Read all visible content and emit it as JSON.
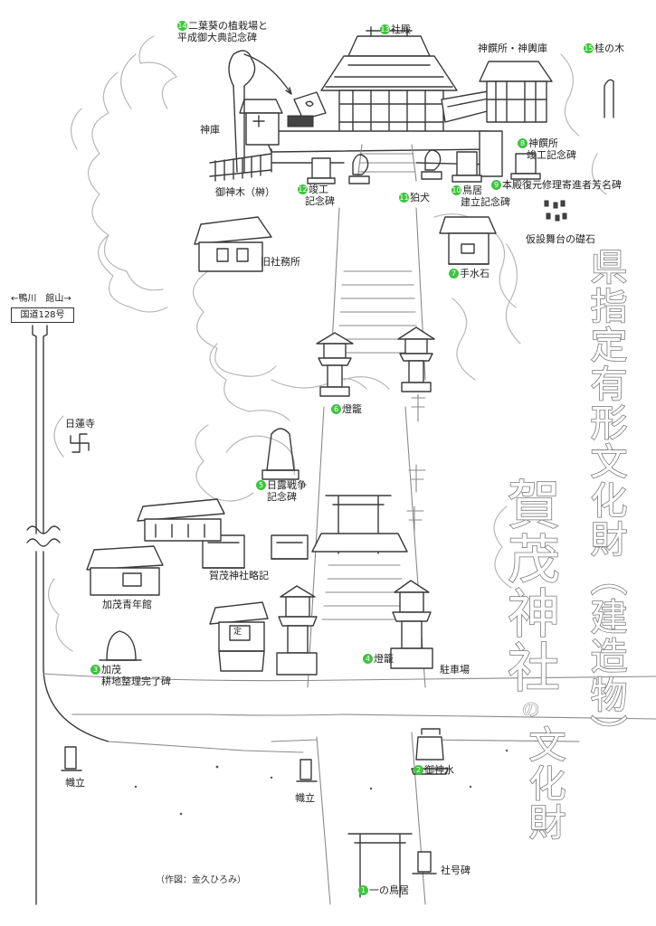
{
  "heading": {
    "line1": "県指定有形文化財（建造物）",
    "line2_main": "賀茂神社",
    "line2_particle": "の",
    "line3": "文化財"
  },
  "side_info": {
    "direction": "←鴨川　館山→",
    "route": "国道128号"
  },
  "credit": "（作図：金久ひろみ）",
  "landmarks": [
    {
      "number": "1",
      "name": "一の鳥居"
    },
    {
      "number": "2",
      "name": "御神水"
    },
    {
      "number": "3",
      "name": "加茂",
      "name2": "耕地整理完了碑"
    },
    {
      "number": "4",
      "name": "燈籠"
    },
    {
      "number": "5",
      "name": "日露戦争",
      "name2": "記念碑"
    },
    {
      "number": "6",
      "name": "燈籠"
    },
    {
      "number": "7",
      "name": "手水石"
    },
    {
      "number": "8",
      "name": "神饌所",
      "name2": "竣工記念碑"
    },
    {
      "number": "9",
      "name": "本殿復元修理寄進者芳名碑"
    },
    {
      "number": "10",
      "name": "鳥居",
      "name2": "建立記念碑"
    },
    {
      "number": "11",
      "name": "狛犬"
    },
    {
      "number": "12",
      "name": "竣工",
      "name2": "記念碑"
    },
    {
      "number": "13",
      "name": "社殿"
    },
    {
      "number": "14",
      "name": "二葉葵の植栽場と",
      "name2": "平成御大典記念碑"
    },
    {
      "number": "15",
      "name": "桂の木"
    }
  ],
  "other_labels": {
    "shinko": "神庫",
    "shinsenjo_shinyoko": "神饌所・神輿庫",
    "goshinboku": "御神木（榊）",
    "kyu_shamusho": "旧社務所",
    "kasetsu_butai": "仮設舞台の礎石",
    "nichirenji": "日蓮寺",
    "shrine_history_board": "賀茂神社略記",
    "youth_hall": "加茂青年館",
    "parking": "駐車場",
    "nobori_left": "幟立",
    "nobori_center": "幟立",
    "shago_hi": "社号碑",
    "sign_glyph": "定"
  }
}
